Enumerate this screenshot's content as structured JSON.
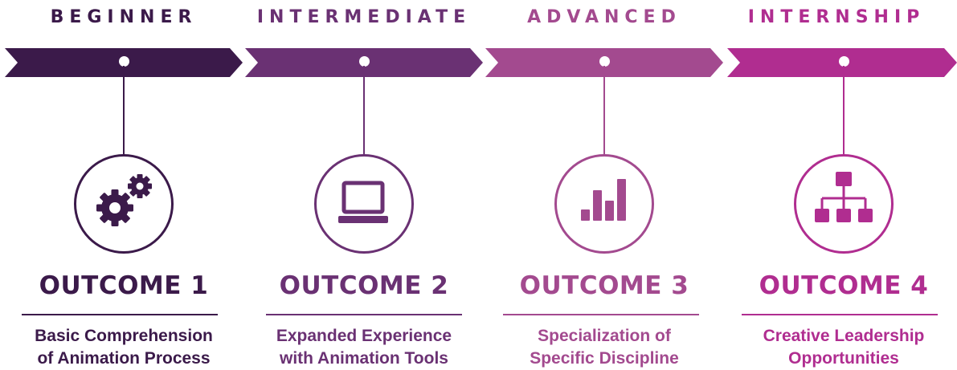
{
  "stages": [
    {
      "label": "BEGINNER",
      "outcome": "OUTCOME 1",
      "desc_line1": "Basic Comprehension",
      "desc_line2": "of Animation Process",
      "icon": "gears-icon",
      "color": "#3b1a4a"
    },
    {
      "label": "INTERMEDIATE",
      "outcome": "OUTCOME 2",
      "desc_line1": "Expanded Experience",
      "desc_line2": "with Animation Tools",
      "icon": "laptop-icon",
      "color": "#6a3173"
    },
    {
      "label": "ADVANCED",
      "outcome": "OUTCOME 3",
      "desc_line1": "Specialization of",
      "desc_line2": "Specific Discipline",
      "icon": "bar-chart-icon",
      "color": "#a34a8f"
    },
    {
      "label": "INTERNSHIP",
      "outcome": "OUTCOME 4",
      "desc_line1": "Creative Leadership",
      "desc_line2": "Opportunities",
      "icon": "org-chart-icon",
      "color": "#b02d90"
    }
  ]
}
